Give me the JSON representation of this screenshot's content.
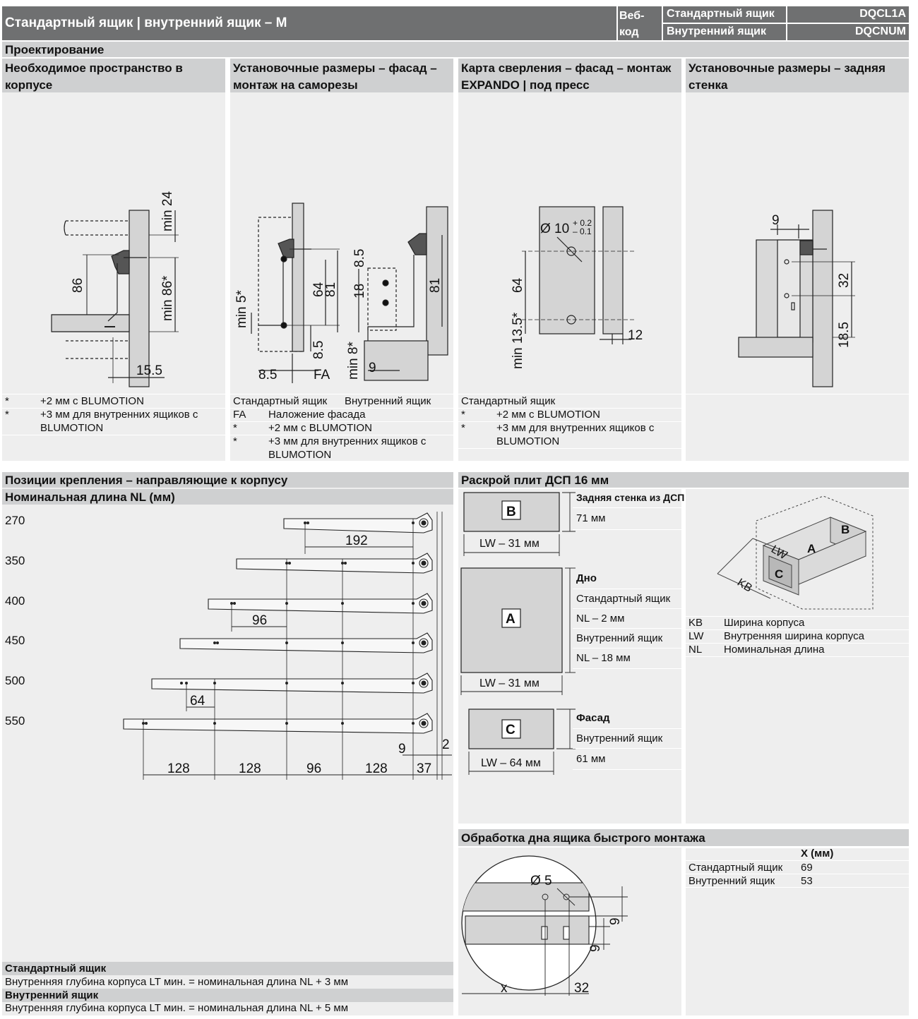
{
  "header": {
    "title": "Стандартный ящик | внутренний ящик – M",
    "webcode_label": "Веб-код",
    "codes": [
      {
        "name": "Стандартный ящик",
        "code": "DQCL1A"
      },
      {
        "name": "Внутренний ящик",
        "code": "DQCNUM"
      }
    ]
  },
  "design": {
    "section_title": "Проектирование",
    "panels": [
      {
        "title": "Необходимое пространство в корпусе"
      },
      {
        "title": "Установочные размеры – фасад – монтаж на саморезы"
      },
      {
        "title": "Карта сверления – фасад – монтаж EXPANDO | под пресс"
      },
      {
        "title": "Установочные размеры – задняя стенка"
      }
    ],
    "dims1": {
      "min24": "min 24",
      "d86": "86",
      "min86": "min 86*",
      "d15_5": "15.5"
    },
    "dims2": {
      "min5": "min 5*",
      "d64": "64",
      "d81a": "81",
      "d8_5a": "8.5",
      "d8_5b": "8.5",
      "fa": "FA",
      "d8_5c": "8.5",
      "d18": "18",
      "d81b": "81",
      "min8": "min 8*",
      "d9": "9"
    },
    "dims3": {
      "dia": "Ø 10",
      "tol_up": "+ 0.2",
      "tol_dn": "– 0.1",
      "d64": "64",
      "min13": "min 13.5*",
      "d12": "12"
    },
    "dims4": {
      "d9": "9",
      "d32": "32",
      "d18_5": "18.5"
    },
    "notes1": [
      {
        "k": "*",
        "v": "+2 мм с BLUMOTION"
      },
      {
        "k": "*",
        "v": "+3 мм для внутренних ящиков с BLUMOTION"
      }
    ],
    "notes2": {
      "head_a": "Стандартный ящик",
      "head_b": "Внутренний ящик",
      "rows": [
        {
          "k": "FA",
          "v": "Наложение фасада"
        },
        {
          "k": "*",
          "v": "+2 мм с BLUMOTION"
        },
        {
          "k": "*",
          "v": "+3 мм для внутренних ящиков с BLUMOTION"
        }
      ]
    },
    "notes3": {
      "head": "Стандартный ящик",
      "rows": [
        {
          "k": "*",
          "v": "+2 мм с BLUMOTION"
        },
        {
          "k": "*",
          "v": "+3 мм для внутренних ящиков с BLUMOTION"
        }
      ]
    }
  },
  "positions": {
    "title": "Позиции крепления – направляющие к корпусу",
    "subtitle": "Номинальная длина NL (мм)",
    "lengths": [
      "270",
      "350",
      "400",
      "450",
      "500",
      "550"
    ],
    "dims": {
      "d192": "192",
      "d96": "96",
      "d64": "64",
      "b1": "128",
      "b2": "128",
      "b3": "96",
      "b4": "128",
      "b5": "37",
      "d9": "9",
      "d2": "2"
    },
    "footer": [
      {
        "head": "Стандартный ящик",
        "text": "Внутренняя глубина корпуса LT мин. = номинальная длина NL + 3 мм"
      },
      {
        "head": "Внутренний ящик",
        "text": "Внутренняя глубина корпуса LT мин. = номинальная длина NL + 5 мм"
      }
    ]
  },
  "cutting": {
    "title": "Раскрой плит ДСП 16 мм",
    "B": {
      "letter": "B",
      "width": "LW – 31 мм",
      "head": "Задняя стенка из ДСП",
      "lines": [
        "71 мм"
      ]
    },
    "A": {
      "letter": "A",
      "width": "LW – 31 мм",
      "head": "Дно",
      "lines": [
        "Стандартный ящик",
        "NL – 2 мм",
        "Внутренний ящик",
        "NL – 18 мм"
      ]
    },
    "C": {
      "letter": "C",
      "width": "LW – 64 мм",
      "head": "Фасад",
      "lines": [
        "Внутренний ящик",
        "61 мм"
      ]
    },
    "iso": {
      "lw": "LW",
      "kb": "KB",
      "a": "A",
      "b": "B",
      "c": "C"
    },
    "legend": [
      {
        "k": "KB",
        "v": "Ширина корпуса"
      },
      {
        "k": "LW",
        "v": "Внутренняя ширина корпуса"
      },
      {
        "k": "NL",
        "v": "Номинальная длина"
      }
    ]
  },
  "bottom": {
    "title": "Обработка дна ящика быстрого монтажа",
    "dims": {
      "dia": "Ø 5",
      "d9a": "9",
      "d9b": "9",
      "x": "x",
      "d32": "32"
    },
    "table_head": "X (мм)",
    "rows": [
      {
        "name": "Стандартный ящик",
        "value": "69"
      },
      {
        "name": "Внутренний ящик",
        "value": "53"
      }
    ]
  }
}
